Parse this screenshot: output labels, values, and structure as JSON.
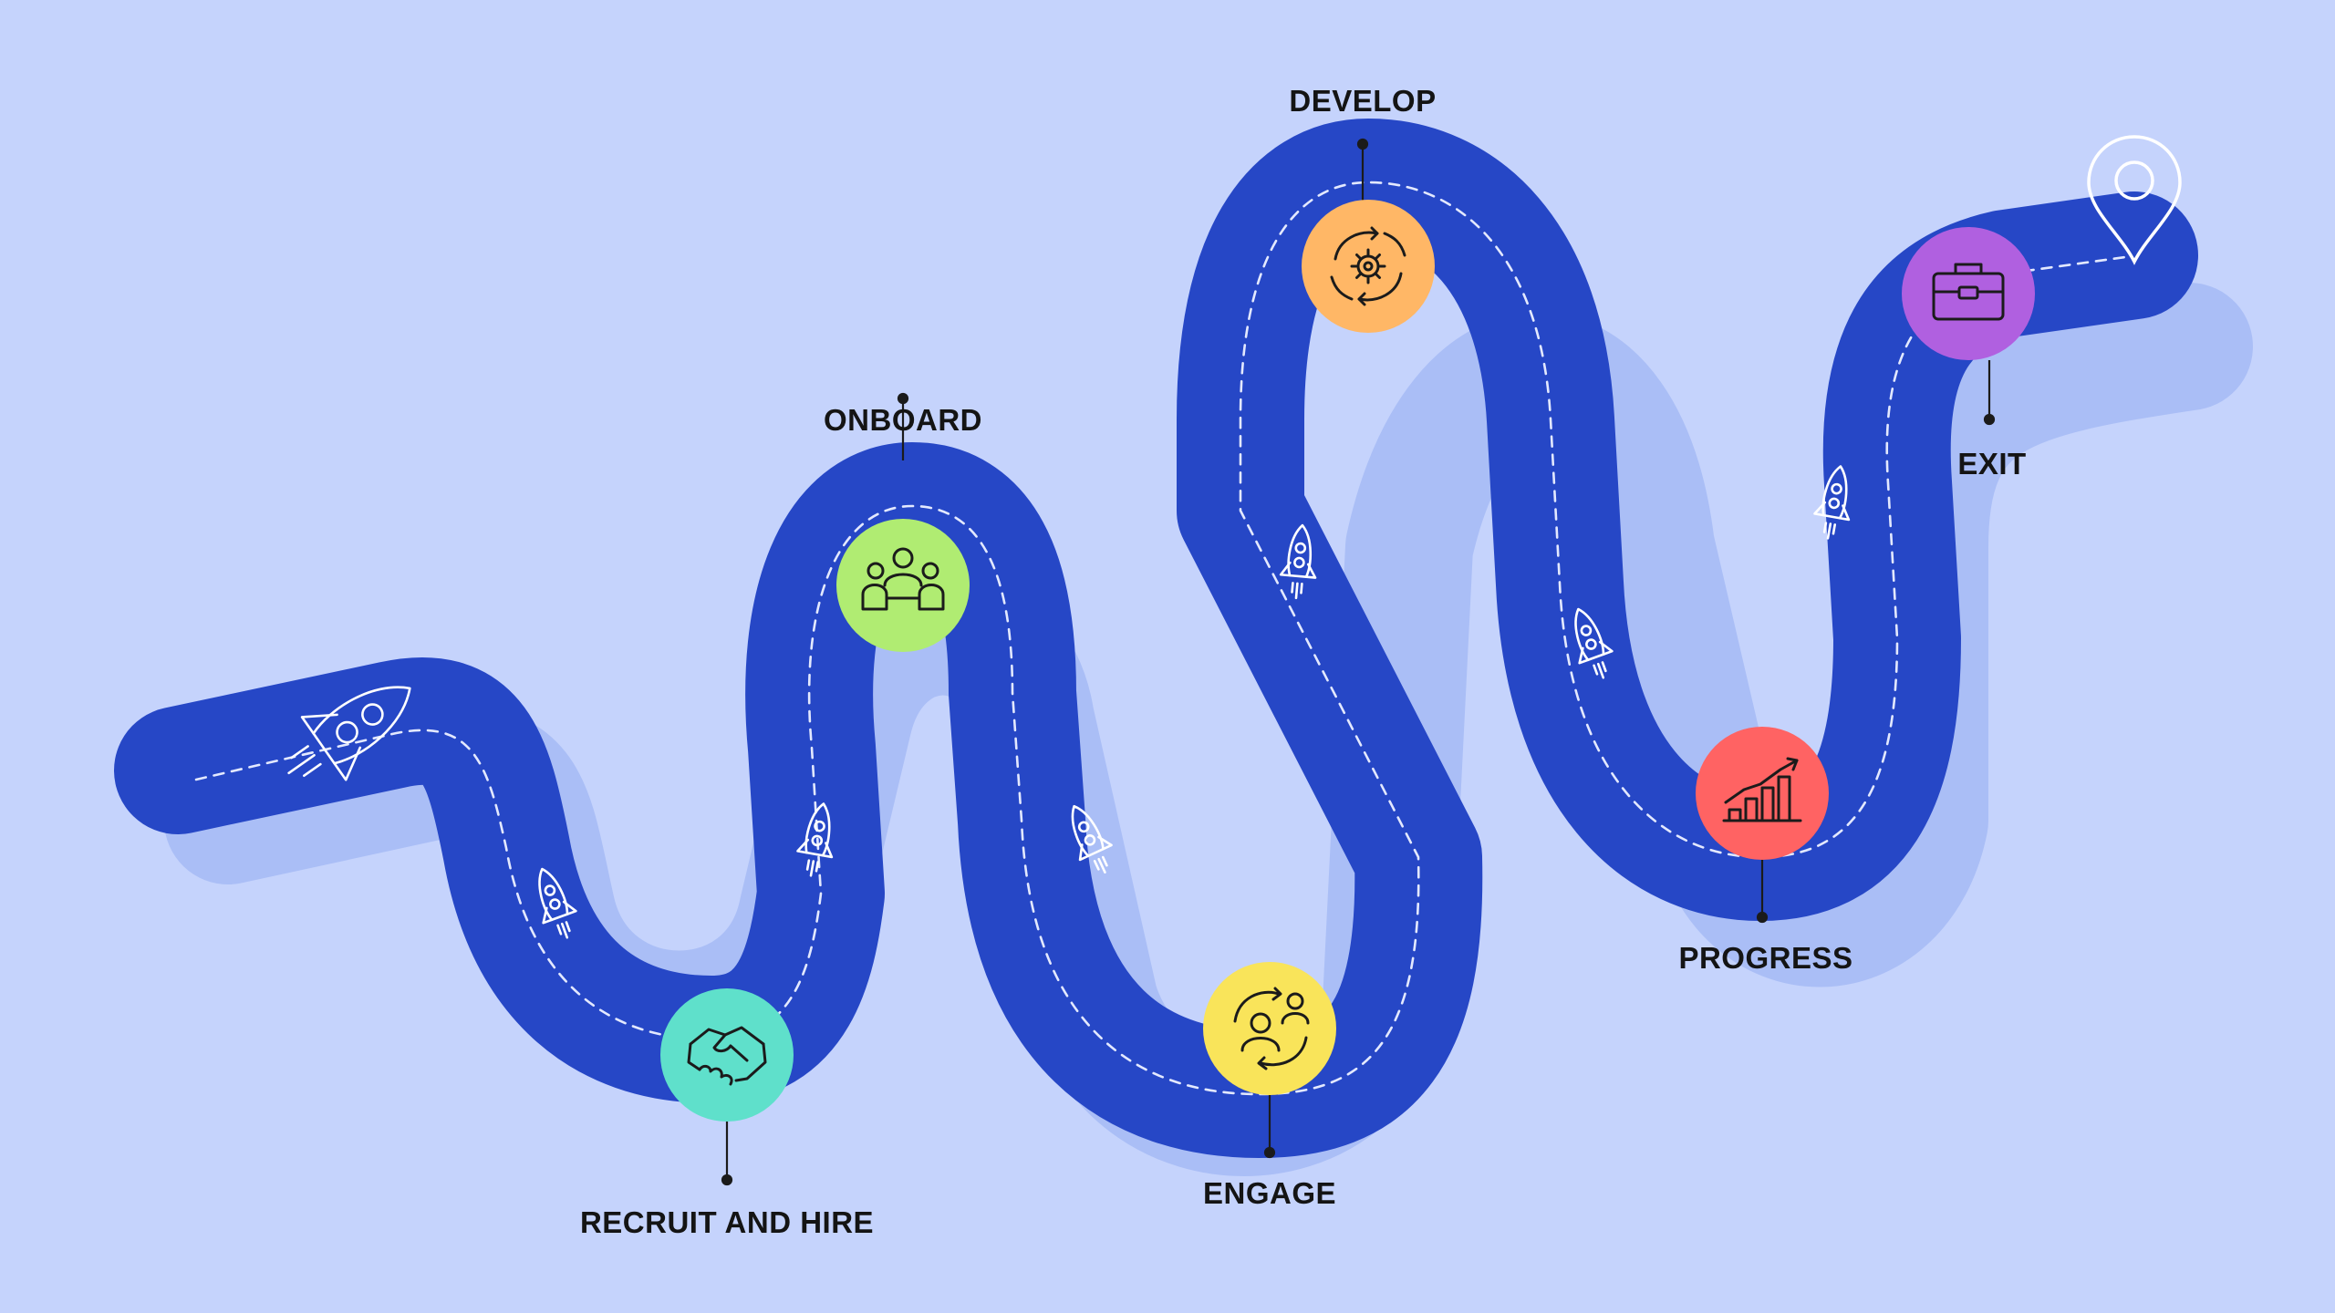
{
  "colors": {
    "background": "#c5d3fc",
    "road": "#2647c6",
    "road_shadow": "#aabef6",
    "dash": "#e3e9ff"
  },
  "stages": [
    {
      "id": "recruit",
      "label": "RECRUIT AND HIRE",
      "color": "#5fe0cb",
      "icon": "handshake-icon"
    },
    {
      "id": "onboard",
      "label": "ONBOARD",
      "color": "#b0ec72",
      "icon": "team-icon"
    },
    {
      "id": "engage",
      "label": "ENGAGE",
      "color": "#f9e45a",
      "icon": "people-exchange-icon"
    },
    {
      "id": "develop",
      "label": "DEVELOP",
      "color": "#ffb766",
      "icon": "gear-cycle-icon"
    },
    {
      "id": "progress",
      "label": "PROGRESS",
      "color": "#ff6363",
      "icon": "growth-chart-icon"
    },
    {
      "id": "exit",
      "label": "EXIT",
      "color": "#b060e0",
      "icon": "briefcase-icon"
    }
  ],
  "decorations": {
    "start_icon": "rocket-icon",
    "end_icon": "location-pin-icon",
    "path_icon": "small-rocket-icon"
  }
}
